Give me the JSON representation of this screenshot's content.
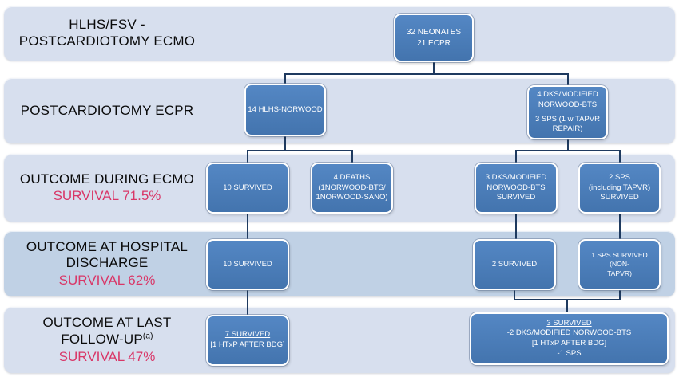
{
  "colors": {
    "band": "#d7dfee",
    "band_alt": "#c0d1e5",
    "box_top": "#5487c4",
    "box_bottom": "#4374ae",
    "box_border": "#ffffff",
    "line": "#1e3a5f",
    "survival": "#d93667",
    "label": "#0a0a0a",
    "box_text": "#ffffff"
  },
  "rows": [
    {
      "lines": [
        "HLHS/FSV -",
        "POSTCARDIOTOMY ECMO"
      ]
    },
    {
      "lines": [
        "POSTCARDIOTOMY ECPR"
      ]
    },
    {
      "lines": [
        "OUTCOME DURING ECMO"
      ],
      "survival": "SURVIVAL 71.5%"
    },
    {
      "lines": [
        "OUTCOME AT HOSPITAL",
        "DISCHARGE"
      ],
      "survival": "SURVIVAL 62%"
    },
    {
      "lines": [
        "OUTCOME AT LAST",
        "FOLLOW-UP"
      ],
      "sup": "(a)",
      "survival": "SURVIVAL 47%"
    }
  ],
  "nodes": {
    "root": {
      "lines": [
        "32 NEONATES",
        "21 ECPR"
      ]
    },
    "hlhs_norwood": {
      "lines": [
        "14 HLHS-NORWOOD"
      ]
    },
    "dks_sps": {
      "para1": "4 DKS/MODIFIED NORWOOD-BTS",
      "para2": "3 SPS (1 w TAPVR REPAIR)"
    },
    "survived10_ecmo": {
      "lines": [
        "10 SURVIVED"
      ]
    },
    "deaths4": {
      "lines": [
        "4 DEATHS",
        "(1NORWOOD-BTS/",
        "1NORWOOD-SANO)"
      ]
    },
    "dks3_survived": {
      "lines": [
        "3 DKS/MODIFIED",
        "NORWOOD-BTS",
        "SURVIVED"
      ]
    },
    "sps2_survived": {
      "lines": [
        "2 SPS",
        "(including TAPVR)",
        "SURVIVED"
      ]
    },
    "survived10_discharge": {
      "lines": [
        "10 SURVIVED"
      ]
    },
    "survived2": {
      "lines": [
        "2 SURVIVED"
      ]
    },
    "sps1_survived": {
      "lines": [
        "1 SPS SURVIVED (NON-",
        "TAPVR)"
      ]
    },
    "survived7": {
      "headline": "7 SURVIVED",
      "lines": [
        "[1 HTxP AFTER BDG]"
      ]
    },
    "survived3": {
      "headline": "3 SURVIVED",
      "lines": [
        "-2 DKS/MODIFIED NORWOOD-BTS",
        "[1 HTxP AFTER BDG]",
        "-1 SPS"
      ]
    }
  }
}
